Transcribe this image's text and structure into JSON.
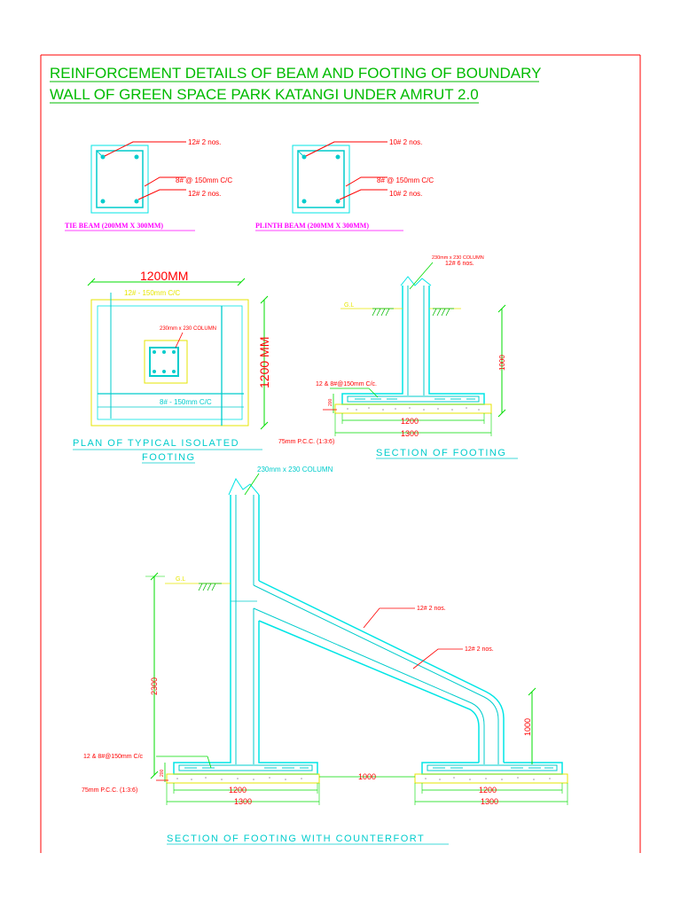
{
  "title": {
    "line1": "REINFORCEMENT DETAILS OF BEAM AND FOOTING  OF BOUNDARY",
    "line2": "WALL OF GREEN SPACE PARK KATANGI UNDER AMRUT 2.0"
  },
  "tie_beam": {
    "top_bars": "12# 2 nos.",
    "stirrups": "8# @ 150mm C/C",
    "bottom_bars": "12# 2 nos.",
    "caption": "TIE BEAM (200MM X 300MM)"
  },
  "plinth_beam": {
    "top_bars": "10# 2 nos.",
    "stirrups": "8# @ 150mm C/C",
    "bottom_bars": "10# 2 nos.",
    "caption": "PLINTH BEAM (200MM X 300MM)"
  },
  "plan": {
    "width_dim": "1200MM",
    "height_dim": "1200 MM",
    "top_bars": "12# - 150mm C/C",
    "bottom_bars": "8# - 150mm C/C",
    "column": "230mm x 230 COLUMN",
    "caption_line1": "PLAN  OF  TYPICAL  ISOLATED",
    "caption_line2": "FOOTING"
  },
  "section": {
    "column_label": "230mm x 230 COLUMN",
    "column_bars": "12# 6 nos.",
    "ground": "G.L",
    "depth": "1000",
    "mesh": "12 & 8#@150mm C/c.",
    "thickness": "200",
    "width_inner": "1200",
    "width_outer": "1300",
    "pcc": "75mm P.C.C. (1:3:6)",
    "caption": "SECTION  OF  FOOTING"
  },
  "counterfort": {
    "column_label": "230mm x 230 COLUMN",
    "ground": "G.L",
    "strut_bars_top": "12# 2 nos.",
    "strut_bars_bottom": "12# 2 nos.",
    "height": "2300",
    "right_height": "1000",
    "mesh": "12 & 8#@150mm C/c",
    "thickness": "200",
    "spacing": "1000",
    "left_inner": "1200",
    "left_outer": "1300",
    "right_inner": "1200",
    "right_outer": "1300",
    "pcc": "75mm P.C.C. (1:3:6)",
    "caption": "SECTION  OF  FOOTING  WITH  COUNTERFORT"
  },
  "colors": {
    "border": "#ff0000",
    "title": "#00bb00",
    "concrete": "#00e5e5",
    "rebar": "#00cccc",
    "dimension": "#00dd00",
    "leader": "#ff0000",
    "caption_beam": "#ff00ff",
    "caption_cyan": "#00cccc",
    "yellow": "#e6e600"
  }
}
